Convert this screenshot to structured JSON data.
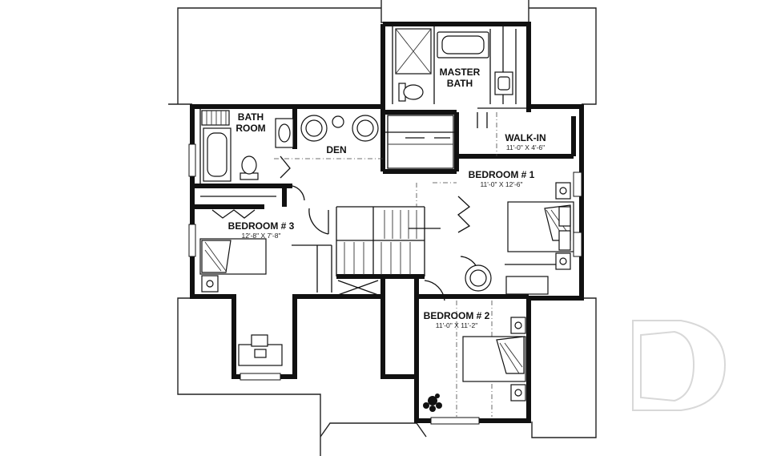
{
  "rooms": {
    "bathroom": {
      "label_line1": "BATH",
      "label_line2": "ROOM"
    },
    "master_bath": {
      "label_line1": "MASTER",
      "label_line2": "BATH"
    },
    "den": {
      "label": "DEN"
    },
    "walk_in": {
      "label": "WALK-IN",
      "dims": "11'-0\" X 4'-6\""
    },
    "bedroom_1": {
      "label": "BEDROOM # 1",
      "dims": "11'-0\" X 12'-6\""
    },
    "bedroom_2": {
      "label": "BEDROOM # 2",
      "dims": "11'-0\" X 11'-2\""
    },
    "bedroom_3": {
      "label": "BEDROOM # 3",
      "dims": "12'-8\" X 7'-8\""
    }
  }
}
